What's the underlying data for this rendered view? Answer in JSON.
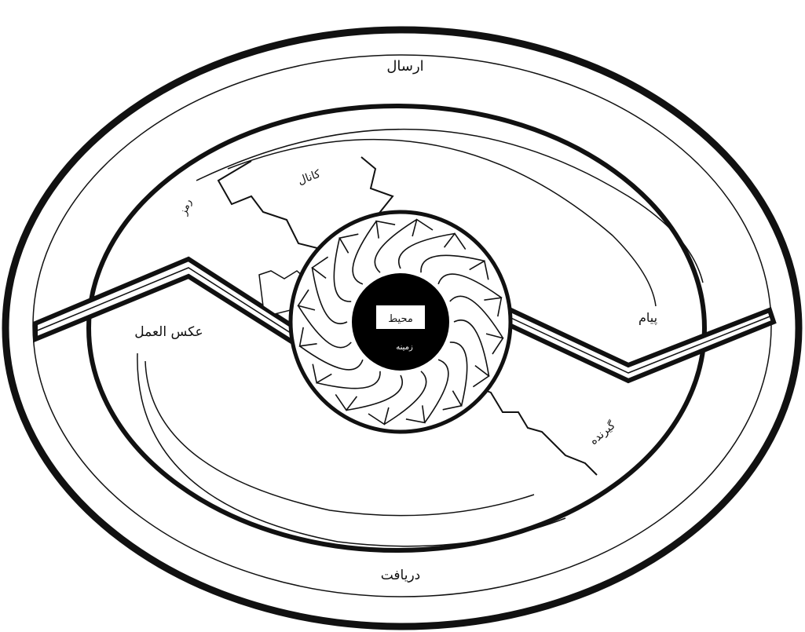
{
  "diagram": {
    "labels": {
      "top": "ارسال",
      "bottom": "دریافت",
      "left": "عکس العمل",
      "right": "پیام",
      "upper_channel": "کانال",
      "upper_encoder": "رمز",
      "lower_decoder": "گیرنده",
      "center_box": "محیط",
      "center_sub": "زمینه"
    },
    "colors": {
      "stroke": "#111111",
      "background": "#ffffff",
      "hub": "#000000",
      "hub_box": "#ffffff"
    }
  }
}
